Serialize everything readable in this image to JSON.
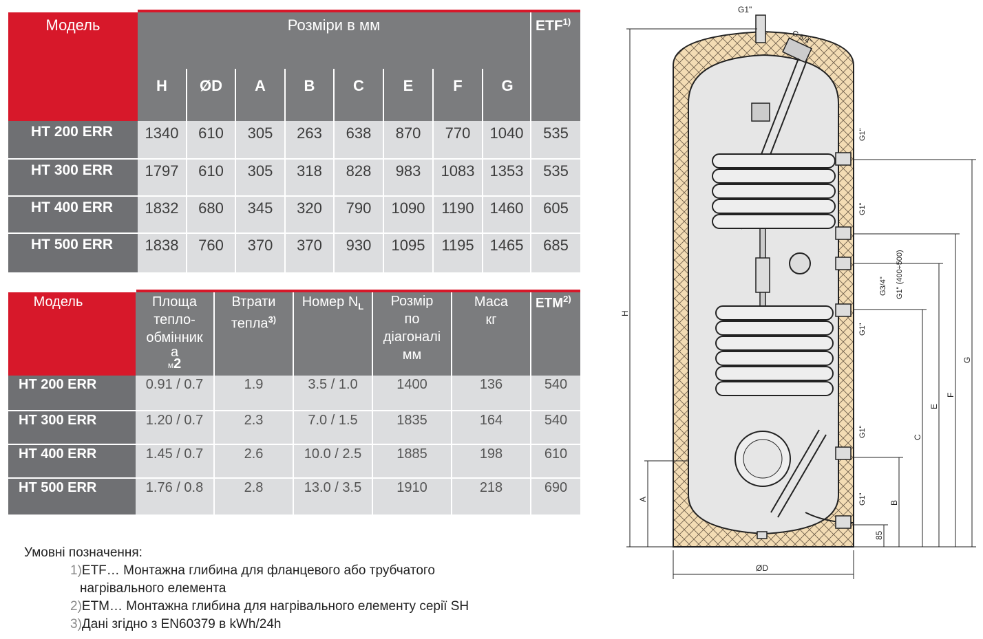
{
  "table1": {
    "model_header": "Модель",
    "dims_header": "Розміри в мм",
    "etf_header": "ETF",
    "etf_sup": "1)",
    "columns": [
      "H",
      "ØD",
      "A",
      "B",
      "C",
      "E",
      "F",
      "G"
    ],
    "rows": [
      {
        "model": "HT 200 ERR",
        "values": [
          "1340",
          "610",
          "305",
          "263",
          "638",
          "870",
          "770",
          "1040",
          "535"
        ]
      },
      {
        "model": "HT 300 ERR",
        "values": [
          "1797",
          "610",
          "305",
          "318",
          "828",
          "983",
          "1083",
          "1353",
          "535"
        ]
      },
      {
        "model": "HT 400 ERR",
        "values": [
          "1832",
          "680",
          "345",
          "320",
          "790",
          "1090",
          "1190",
          "1460",
          "605"
        ]
      },
      {
        "model": "HT 500 ERR",
        "values": [
          "1838",
          "760",
          "370",
          "370",
          "930",
          "1095",
          "1195",
          "1465",
          "685"
        ]
      }
    ]
  },
  "table2": {
    "model_header": "Модель",
    "area_l1": "Площа",
    "area_l2": "тепло-",
    "area_l3": "обмінник",
    "area_l4": "а",
    "area_unit": "м",
    "area_unit_sup": "2",
    "loss_l1": "Втрати",
    "loss_l2": "тепла",
    "loss_sup": "3)",
    "number_label": "Номер N",
    "number_sub": "L",
    "diag_l1": "Розмір",
    "diag_l2": "по",
    "diag_l3": "діагоналі",
    "diag_l4": "мм",
    "mass_l1": "Маса",
    "mass_l2": "кг",
    "etm_header": "ETM",
    "etm_sup": "2)",
    "rows": [
      {
        "model": "HT 200 ERR",
        "values": [
          "0.91 / 0.7",
          "1.9",
          "3.5 / 1.0",
          "1400",
          "136",
          "540"
        ]
      },
      {
        "model": "HT 300 ERR",
        "values": [
          "1.20 / 0.7",
          "2.3",
          "7.0 / 1.5",
          "1835",
          "164",
          "540"
        ]
      },
      {
        "model": "HT 400 ERR",
        "values": [
          "1.45 / 0.7",
          "2.6",
          "10.0 / 2.5",
          "1885",
          "198",
          "610"
        ]
      },
      {
        "model": "HT 500 ERR",
        "values": [
          "1.76 / 0.8",
          "2.8",
          "13.0 / 3.5",
          "1910",
          "218",
          "690"
        ]
      }
    ]
  },
  "notes": {
    "title": "Умовні позначення:",
    "n1_num": "1)",
    "n1_l1": "ETF…  Монтажна глибина для фланцевого або трубчатого",
    "n1_l2": "нагрівального елемента",
    "n2_num": "2)",
    "n2_text": "ETM… Монтажна глибина для нагрівального елементу серії SH",
    "n3_num": "3)",
    "n3_text": "Дані згідно з  EN60379 в kWh/24h"
  },
  "drawing": {
    "top_conn": "G1\"",
    "sensor_conn": "G 5/4\"",
    "side_g1": "G1\"",
    "circ_l1": "G3/4\"",
    "circ_l2": "G1\" (400÷500)",
    "dim_h": "H",
    "dim_g": "G",
    "dim_f": "F",
    "dim_e": "E",
    "dim_c": "C",
    "dim_b": "B",
    "dim_a": "A",
    "dim_85": "85",
    "dim_od": "ØD"
  }
}
